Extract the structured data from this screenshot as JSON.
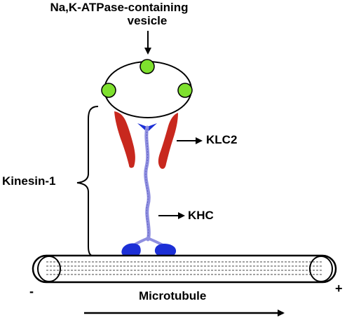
{
  "labels": {
    "title_line1": "Na,K-ATPase-containing",
    "title_line2": "vesicle",
    "klc2": "KLC2",
    "khc": "KHC",
    "kinesin": "Kinesin-1",
    "minus_end": "-",
    "plus_end": "+",
    "microtubule": "Microtubule"
  },
  "colors": {
    "pump_green": "#7ee02e",
    "light_chain_red": "#c8281e",
    "motor_blue": "#1c2fd6",
    "stalk_lavender": "#8f8fe0"
  }
}
